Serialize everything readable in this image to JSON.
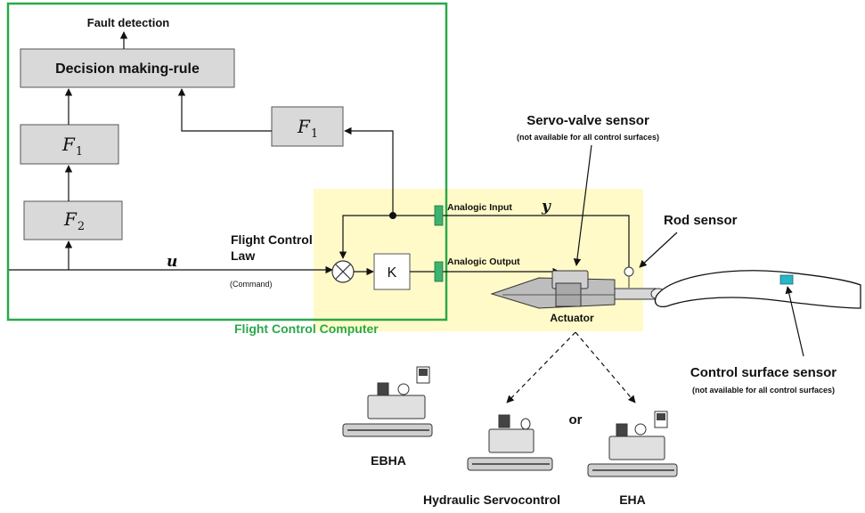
{
  "blocks": {
    "fault_detection": "Fault detection",
    "decision_rule": "Decision making-rule",
    "f1_left": "F",
    "f1_left_sub": "1",
    "f2": "F",
    "f2_sub": "2",
    "f1_right": "F",
    "f1_right_sub": "1",
    "k": "K"
  },
  "signals": {
    "u": "u",
    "y": "y",
    "fcl_line1": "Flight Control",
    "fcl_line2": "Law",
    "command": "(Command)",
    "analog_input": "Analogic Input",
    "analog_output": "Analogic Output"
  },
  "computer_label": "Flight Control Computer",
  "sensors": {
    "servo_valve": "Servo-valve sensor",
    "servo_valve_note": "(not available for all control surfaces)",
    "rod": "Rod sensor",
    "control_surface": "Control surface sensor",
    "control_surface_note": "(not available for all control surfaces)"
  },
  "actuator_label": "Actuator",
  "variants": {
    "ebha": "EBHA",
    "hydraulic": "Hydraulic Servocontrol",
    "or": "or",
    "eha": "EHA"
  },
  "colors": {
    "computer_border": "#2aa84a",
    "highlight": "#fffac8",
    "block_fill": "#d9d9d9",
    "connector": "#3cb371",
    "surface_sensor": "#29b6c6"
  }
}
